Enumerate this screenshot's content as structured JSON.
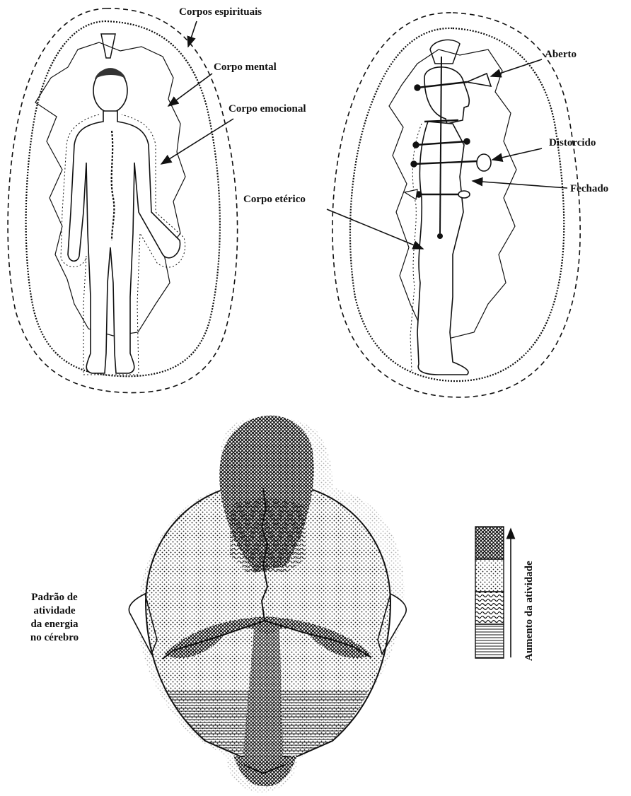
{
  "labels": {
    "corpos_espirituais": "Corpos espirituais",
    "corpo_mental": "Corpo mental",
    "corpo_emocional": "Corpo emocional",
    "corpo_eterico": "Corpo etérico",
    "aberto": "Aberto",
    "distorcido": "Distorcido",
    "fechado": "Fechado"
  },
  "brain": {
    "caption_lines": [
      "Padrão de",
      "atividade",
      "da energia",
      "no cérebro"
    ],
    "legend_title": "Aumento da atividade"
  }
}
